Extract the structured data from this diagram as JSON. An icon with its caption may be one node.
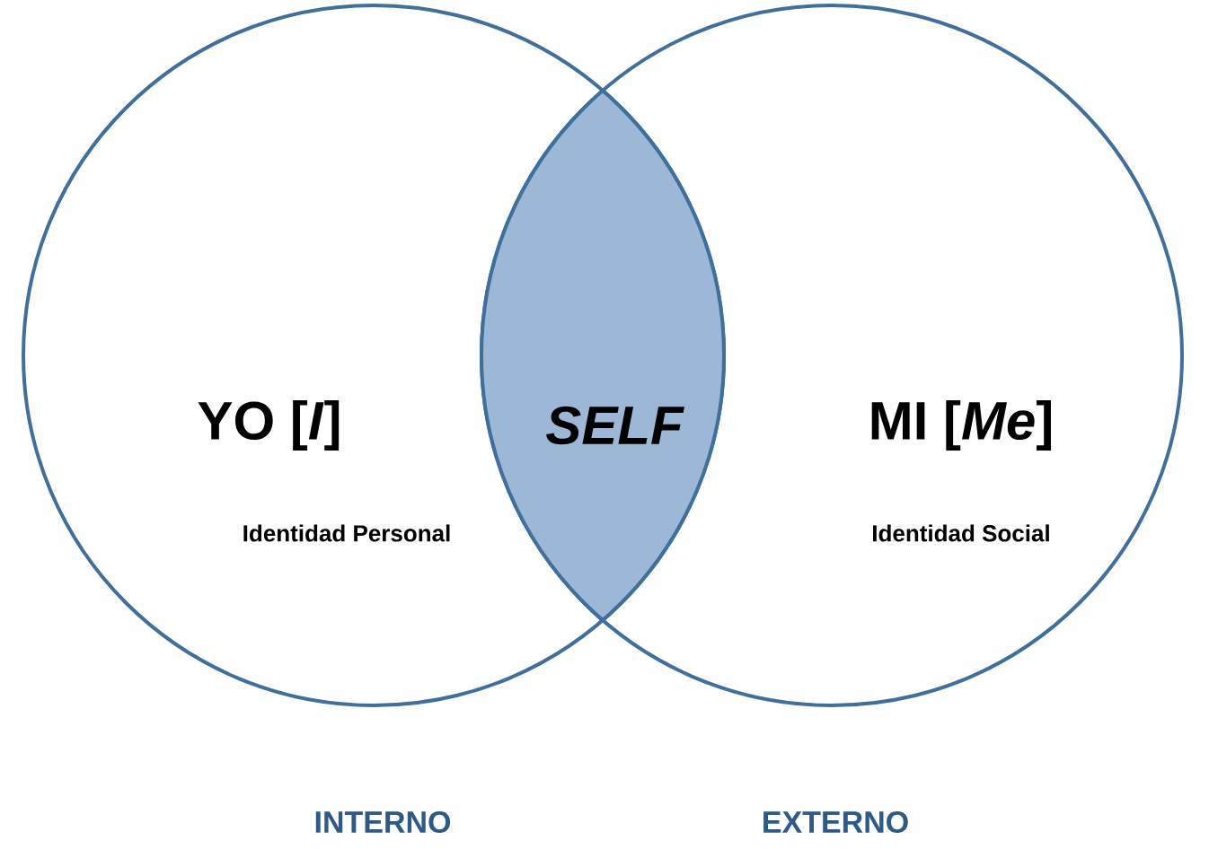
{
  "diagram": {
    "nodes": [
      {
        "text": [
          "YO [*I*]",
          "Identidad Personal"
        ],
        "beside": [
          "INTERNO"
        ]
      },
      {
        "text": [
          "MI [*Me*]",
          "Identidad Social"
        ],
        "beside": [
          "EXTERNO"
        ]
      },
      {
        "text": [
          "SELF"
        ]
      }
    ]
  }
}
